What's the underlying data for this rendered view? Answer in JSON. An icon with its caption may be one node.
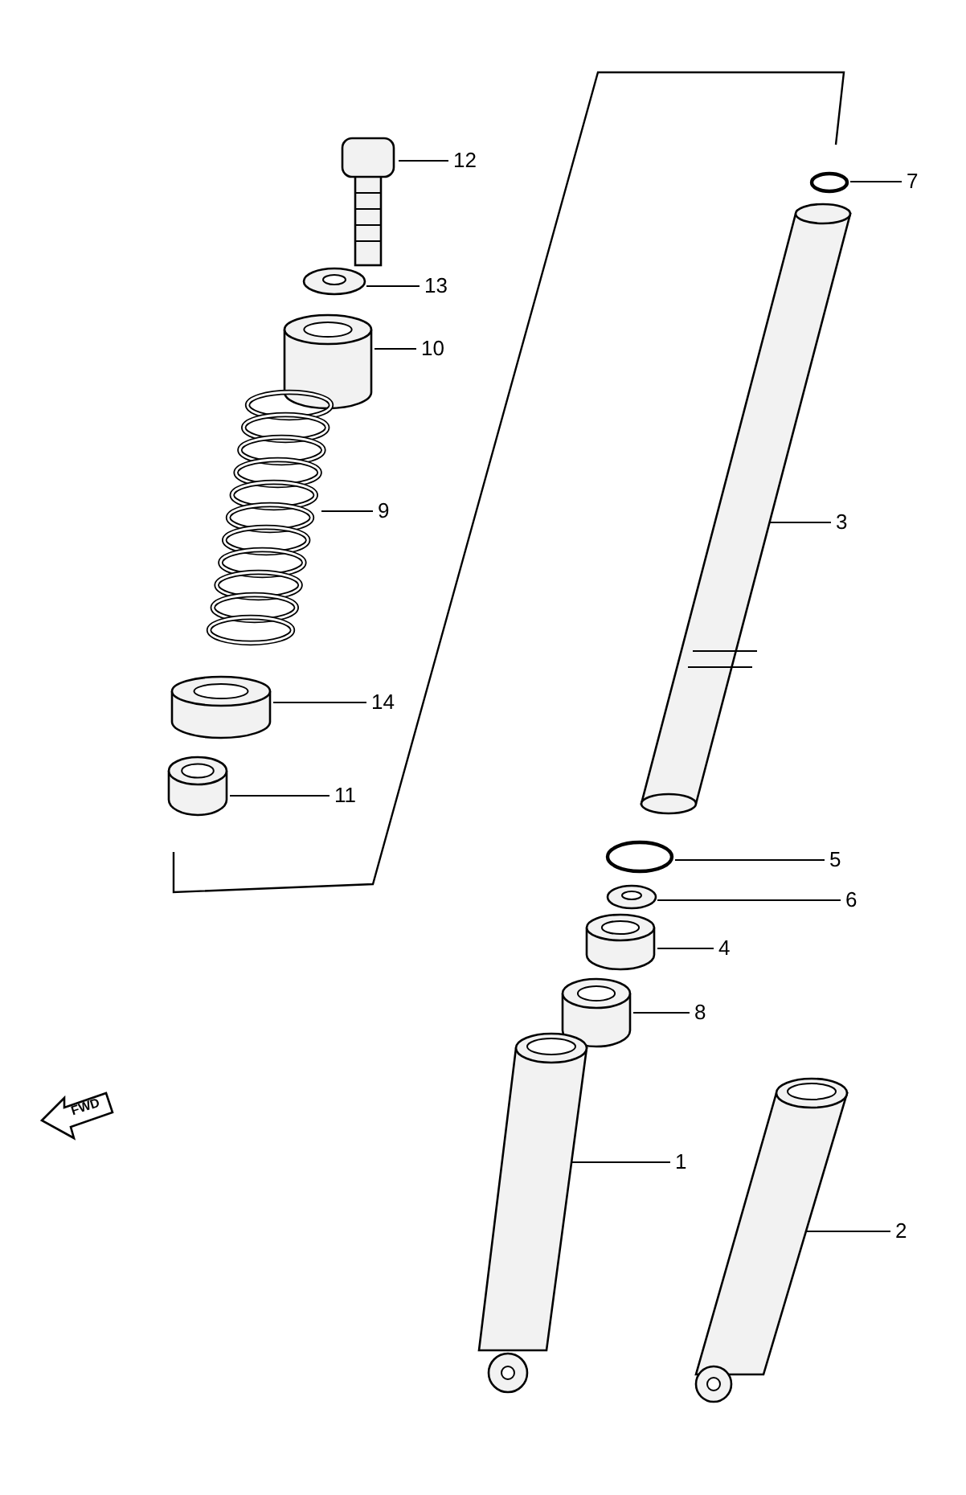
{
  "diagram": {
    "nodes": [
      {
        "text": [
          "12"
        ]
      },
      {
        "text": [],
        "shape": "picture"
      },
      {
        "text": [
          "7"
        ]
      },
      {
        "text": [],
        "shape": "circle"
      },
      {
        "text": [
          "13"
        ]
      },
      {
        "text": [],
        "shape": "picture"
      },
      {
        "text": [
          "10"
        ]
      },
      {
        "text": [],
        "shape": "cylinder"
      },
      {
        "text": [
          "9"
        ]
      },
      {
        "text": [],
        "shape": "picture"
      },
      {
        "text": [
          "3"
        ]
      },
      {
        "text": [],
        "shape": "picture"
      },
      {
        "text": [
          "14"
        ]
      },
      {
        "text": [],
        "shape": "cylinder"
      },
      {
        "text": [
          "11"
        ]
      },
      {
        "text": [],
        "shape": "cylinder"
      },
      {
        "text": [
          "5"
        ]
      },
      {
        "text": [],
        "shape": "circle"
      },
      {
        "text": [
          "6"
        ]
      },
      {
        "text": [],
        "shape": "picture"
      },
      {
        "text": [
          "4"
        ]
      },
      {
        "text": [],
        "shape": "cylinder"
      },
      {
        "text": [
          "8"
        ]
      },
      {
        "text": [],
        "shape": "cylinder"
      },
      {
        "text": [
          "1"
        ]
      },
      {
        "text": [],
        "shape": "picture"
      },
      {
        "text": [
          "2"
        ]
      },
      {
        "text": [],
        "shape": "picture"
      }
    ],
    "edges": [
      {
        "from": 0,
        "to": 1,
        "arrow": "none"
      },
      {
        "from": 2,
        "to": 3,
        "arrow": "none"
      },
      {
        "from": 4,
        "to": 5,
        "arrow": "none"
      },
      {
        "from": 6,
        "to": 7,
        "arrow": "none"
      },
      {
        "from": 8,
        "to": 9,
        "arrow": "none"
      },
      {
        "from": 10,
        "to": 11,
        "arrow": "none"
      },
      {
        "from": 12,
        "to": 13,
        "arrow": "none"
      },
      {
        "from": 14,
        "to": 15,
        "arrow": "none"
      },
      {
        "from": 16,
        "to": 17,
        "arrow": "none"
      },
      {
        "from": 18,
        "to": 19,
        "arrow": "none"
      },
      {
        "from": 20,
        "to": 21,
        "arrow": "none"
      },
      {
        "from": 22,
        "to": 23,
        "arrow": "none"
      },
      {
        "from": 24,
        "to": 25,
        "arrow": "none"
      },
      {
        "from": 26,
        "to": 27,
        "arrow": "none"
      }
    ],
    "labels": [
      "FWD"
    ]
  }
}
